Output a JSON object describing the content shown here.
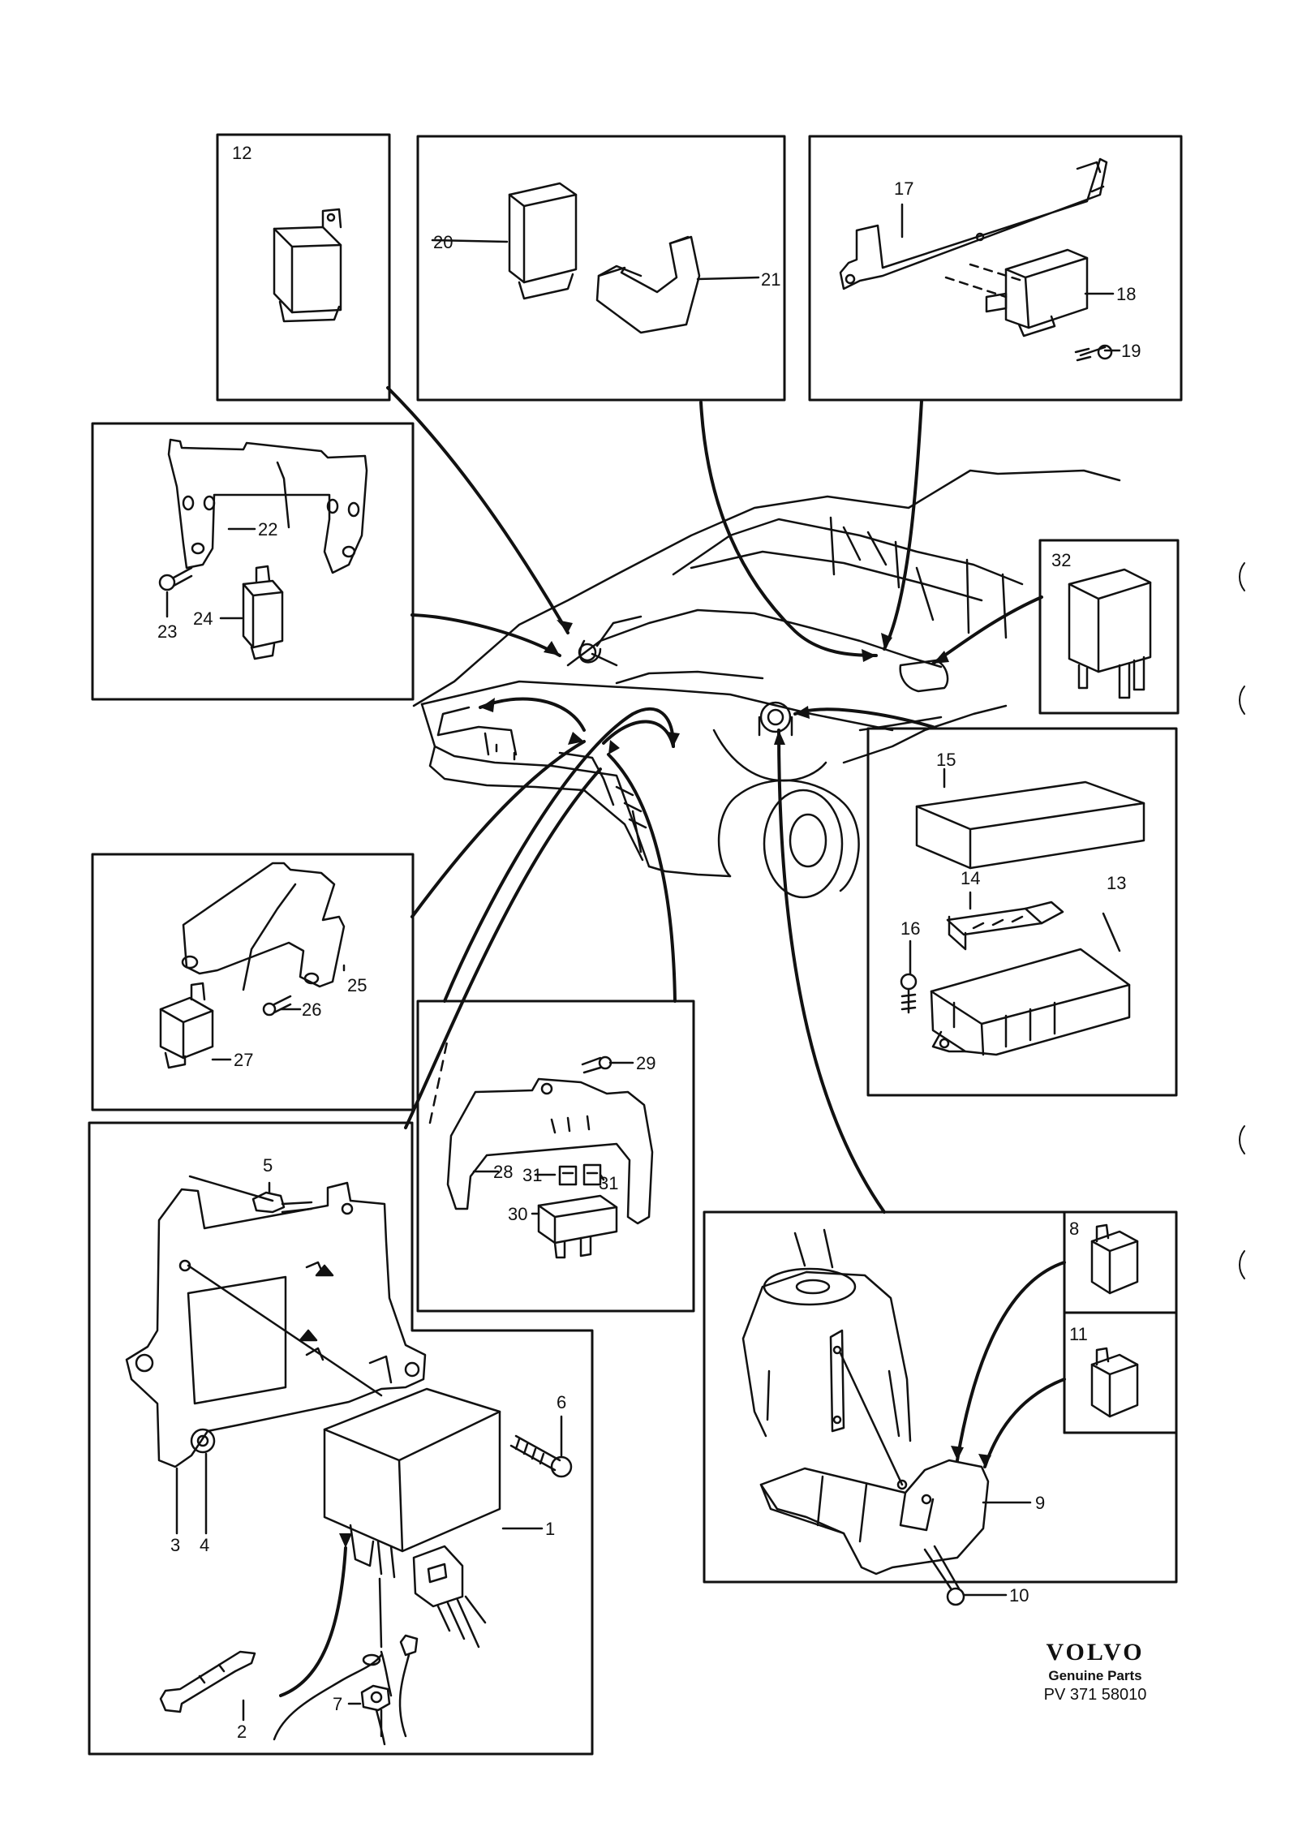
{
  "labels": {
    "p1": "1",
    "p2": "2",
    "p3": "3",
    "p4": "4",
    "p5": "5",
    "p6": "6",
    "p7": "7",
    "p8": "8",
    "p9": "9",
    "p10": "10",
    "p11": "11",
    "p12": "12",
    "p13": "13",
    "p14": "14",
    "p15": "15",
    "p16": "16",
    "p17": "17",
    "p18": "18",
    "p19": "19",
    "p20": "20",
    "p21": "21",
    "p22": "22",
    "p23": "23",
    "p24": "24",
    "p25": "25",
    "p26": "26",
    "p27": "27",
    "p28": "28",
    "p29": "29",
    "p30": "30",
    "p31a": "31",
    "p31b": "31",
    "p32": "32"
  },
  "footer": {
    "brand": "VOLVO",
    "subtitle": "Genuine Parts",
    "code": "PV 371 58010"
  }
}
